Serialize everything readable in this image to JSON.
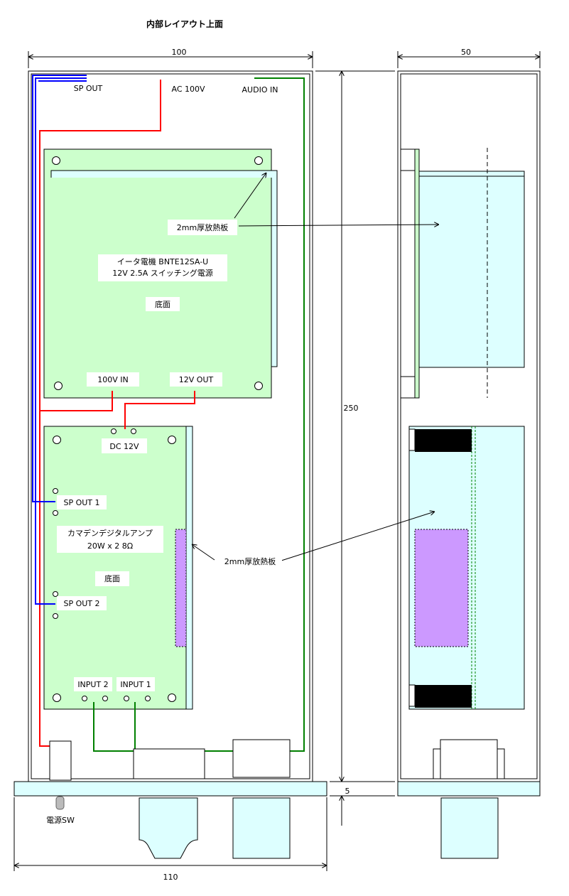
{
  "title": "内部レイアウト上面",
  "dims": {
    "top_width": "100",
    "side_width": "50",
    "height": "250",
    "base": "5",
    "bottom_width": "110"
  },
  "labels": {
    "sp_out": "SP OUT",
    "ac_100v": "AC 100V",
    "audio_in": "AUDIO IN",
    "heatsink_1": "2mm厚放熱板",
    "heatsink_2": "2mm厚放熱板",
    "psu_line1": "イータ電機 BNTE12SA-U",
    "psu_line2": "12V 2.5A スイッチング電源",
    "psu_bottom": "底面",
    "in_100v": "100V IN",
    "out_12v": "12V OUT",
    "dc_12v": "DC 12V",
    "sp_out_1": "SP OUT 1",
    "amp_line1": "カマデンデジタルアンプ",
    "amp_line2": "20W x 2 8Ω",
    "amp_bottom": "底面",
    "sp_out_2": "SP OUT 2",
    "input_2": "INPUT 2",
    "input_1": "INPUT 1",
    "power_sw": "電源SW"
  },
  "colors": {
    "board": "#ccffcc",
    "heatsink": "#ddffff",
    "chip": "#cc99ff",
    "wire_ac": "#ff0000",
    "wire_sp": "#0000ff",
    "wire_audio": "#008000"
  }
}
